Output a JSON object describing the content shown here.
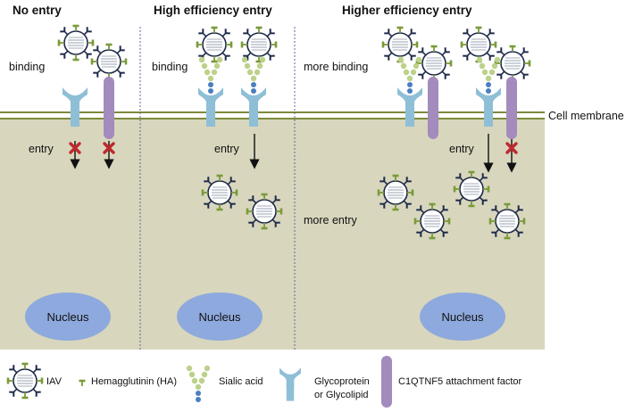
{
  "panels": {
    "no_entry": {
      "title": "No entry",
      "binding": "binding",
      "entry": "entry",
      "nucleus": "Nucleus"
    },
    "high": {
      "title": "High efficiency entry",
      "binding": "binding",
      "entry": "entry",
      "nucleus": "Nucleus"
    },
    "higher": {
      "title": "Higher efficiency entry",
      "binding": "more binding",
      "entry": "entry",
      "more_entry": "more entry",
      "nucleus": "Nucleus"
    }
  },
  "membrane_label": "Cell membrane",
  "legend": {
    "iav": "IAV",
    "ha": "Hemagglutinin (HA)",
    "sialic": "Sialic acid",
    "glyco_line1": "Glycoprotein",
    "glyco_line2": "or Glycolipid",
    "c1qtnf5": "C1QTNF5 attachment factor"
  },
  "colors": {
    "cytoplasm": "#d8d6bd",
    "membrane": "#7d8a3c",
    "glycoprotein": "#8fbfd6",
    "c1qtnf5": "#a48bbd",
    "nucleus": "#8ea9dd",
    "sialic": "#bcd18a",
    "sialic_base": "#4a7fc1",
    "ha": "#7a9a3a",
    "virus_outline": "#1e2a4a",
    "block": "#c0282e"
  }
}
